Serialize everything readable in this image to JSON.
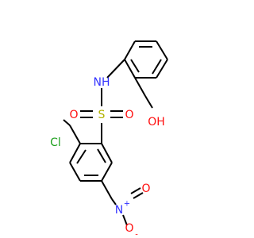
{
  "colors": {
    "bond": "#000000",
    "carbon": "#000000",
    "nitrogen": "#3333ff",
    "oxygen": "#ff0d0d",
    "sulfur": "#b2b200",
    "chlorine": "#1fa01f"
  },
  "atoms": {
    "nh": "NH",
    "oh": "OH",
    "s": "S",
    "o_left": "O",
    "o_right": "O",
    "cl": "Cl",
    "n_nitro": "N",
    "n_plus": "+",
    "o_nitro_top": "O",
    "o_nitro_bottom": "O",
    "o_minus": "-"
  }
}
